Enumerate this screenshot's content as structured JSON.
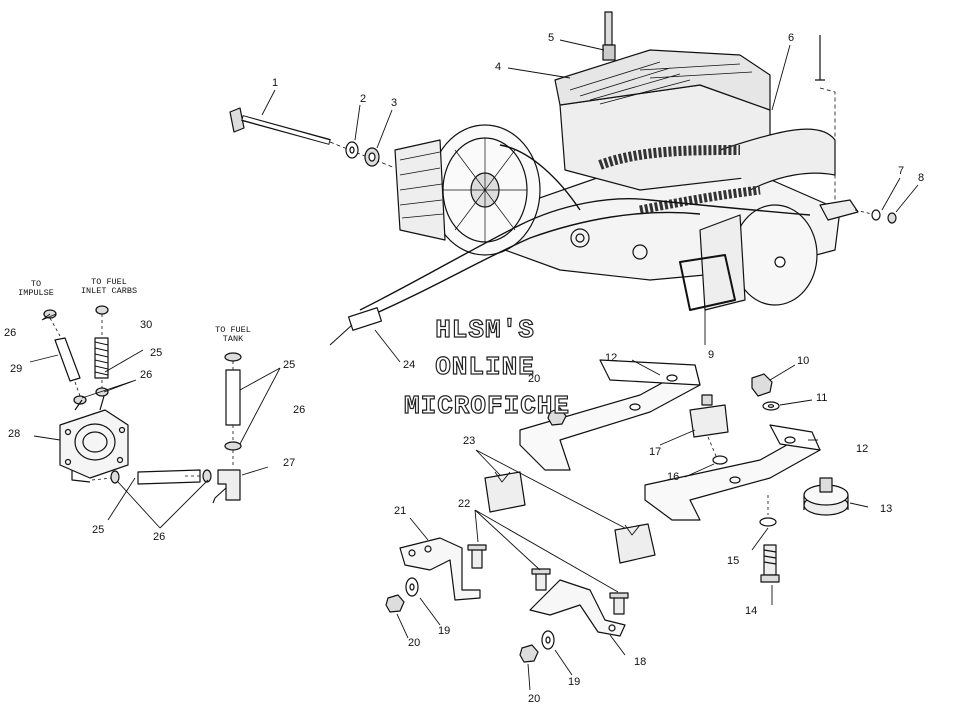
{
  "watermark": {
    "line1": "HLSM'S",
    "line2": "ONLINE",
    "line3": "MICROFICHE"
  },
  "captions": {
    "to_impulse": "TO\nIMPULSE",
    "to_fuel_inlet": "TO FUEL\nINLET CARBS",
    "to_fuel_tank": "TO FUEL\nTANK"
  },
  "callouts": {
    "c1": "1",
    "c2": "2",
    "c3": "3",
    "c4": "4",
    "c5": "5",
    "c6": "6",
    "c7": "7",
    "c8": "8",
    "c9": "9",
    "c10": "10",
    "c11": "11",
    "c12a": "12",
    "c12b": "12",
    "c13": "13",
    "c14": "14",
    "c15": "15",
    "c16": "16",
    "c17": "17",
    "c18": "18",
    "c19a": "19",
    "c19b": "19",
    "c20a": "20",
    "c20b": "20",
    "c20c": "20",
    "c21": "21",
    "c22": "22",
    "c23": "23",
    "c24": "24",
    "c25a": "25",
    "c25b": "25",
    "c25c": "25",
    "c26a": "26",
    "c26b": "26",
    "c26c": "26",
    "c26d": "26",
    "c27": "27",
    "c28": "28",
    "c29": "29",
    "c30": "30"
  }
}
